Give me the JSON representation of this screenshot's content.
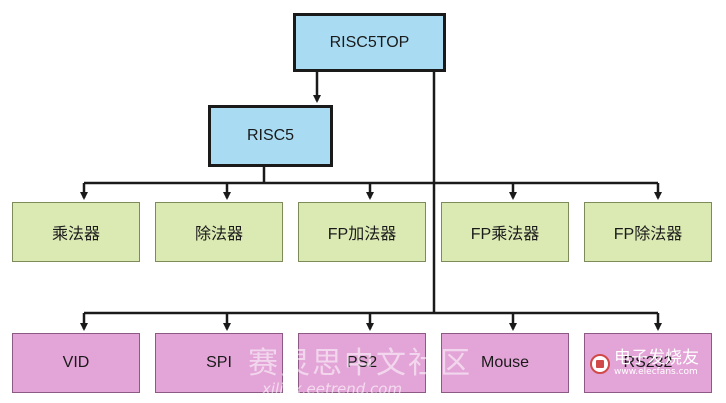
{
  "diagram": {
    "top": {
      "label": "RISC5TOP"
    },
    "core": {
      "label": "RISC5"
    },
    "arith_units": [
      {
        "label": "乘法器"
      },
      {
        "label": "除法器"
      },
      {
        "label": "FP加法器"
      },
      {
        "label": "FP乘法器"
      },
      {
        "label": "FP除法器"
      }
    ],
    "peripherals": [
      {
        "label": "VID"
      },
      {
        "label": "SPI"
      },
      {
        "label": "PS2"
      },
      {
        "label": "Mouse"
      },
      {
        "label": "RS232"
      }
    ]
  },
  "watermark": {
    "text": "赛灵思中文社区",
    "url": "xilinx.eetrend.com"
  },
  "logo": {
    "name": "电子发烧友",
    "url": "www.elecfans.com"
  },
  "colors": {
    "top_fill": "#a9dcf3",
    "arith_fill": "#dbe9b3",
    "peripheral_fill": "#e3a5d7",
    "line": "#1a1a1a"
  }
}
